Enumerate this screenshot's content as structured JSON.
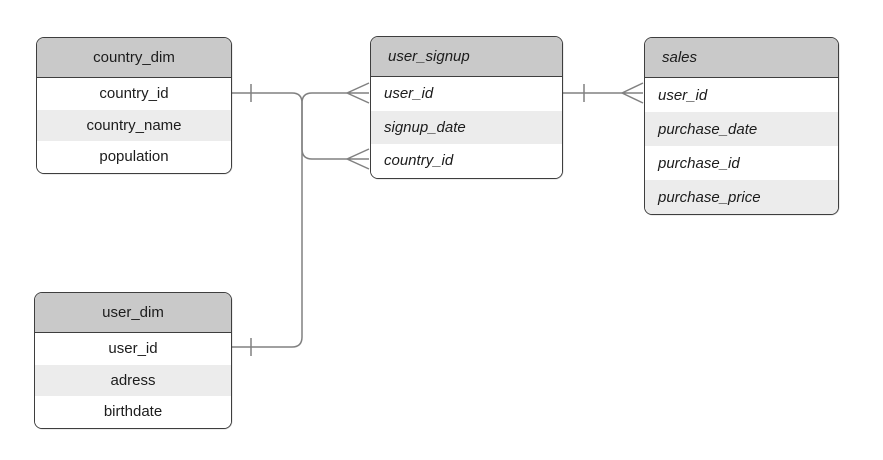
{
  "diagram": {
    "type": "entity-relationship",
    "background": "#ffffff",
    "tables": [
      {
        "name": "country_dim",
        "columns": [
          "country_id",
          "country_name",
          "population"
        ]
      },
      {
        "name": "user_dim",
        "columns": [
          "user_id",
          "adress",
          "birthdate"
        ]
      },
      {
        "name": "user_signup",
        "columns": [
          "user_id",
          "signup_date",
          "country_id"
        ]
      },
      {
        "name": "sales",
        "columns": [
          "user_id",
          "purchase_date",
          "purchase_id",
          "purchase_price"
        ]
      }
    ],
    "relationships": [
      {
        "from_table": "country_dim",
        "from_column": "country_id",
        "to_table": "user_signup",
        "to_column": "country_id",
        "from_cardinality": "one",
        "to_cardinality": "many"
      },
      {
        "from_table": "user_dim",
        "from_column": "user_id",
        "to_table": "user_signup",
        "to_column": "user_id",
        "from_cardinality": "one",
        "to_cardinality": "many"
      },
      {
        "from_table": "user_signup",
        "from_column": "user_id",
        "to_table": "sales",
        "to_column": "user_id",
        "from_cardinality": "one",
        "to_cardinality": "many"
      }
    ],
    "colors": {
      "header_fill": "#c9c9c9",
      "row_fill": "#ffffff",
      "row_alt_fill": "#ececec",
      "table_border": "#3e3e3e",
      "connector": "#808080",
      "text": "#1c1c1c"
    }
  }
}
